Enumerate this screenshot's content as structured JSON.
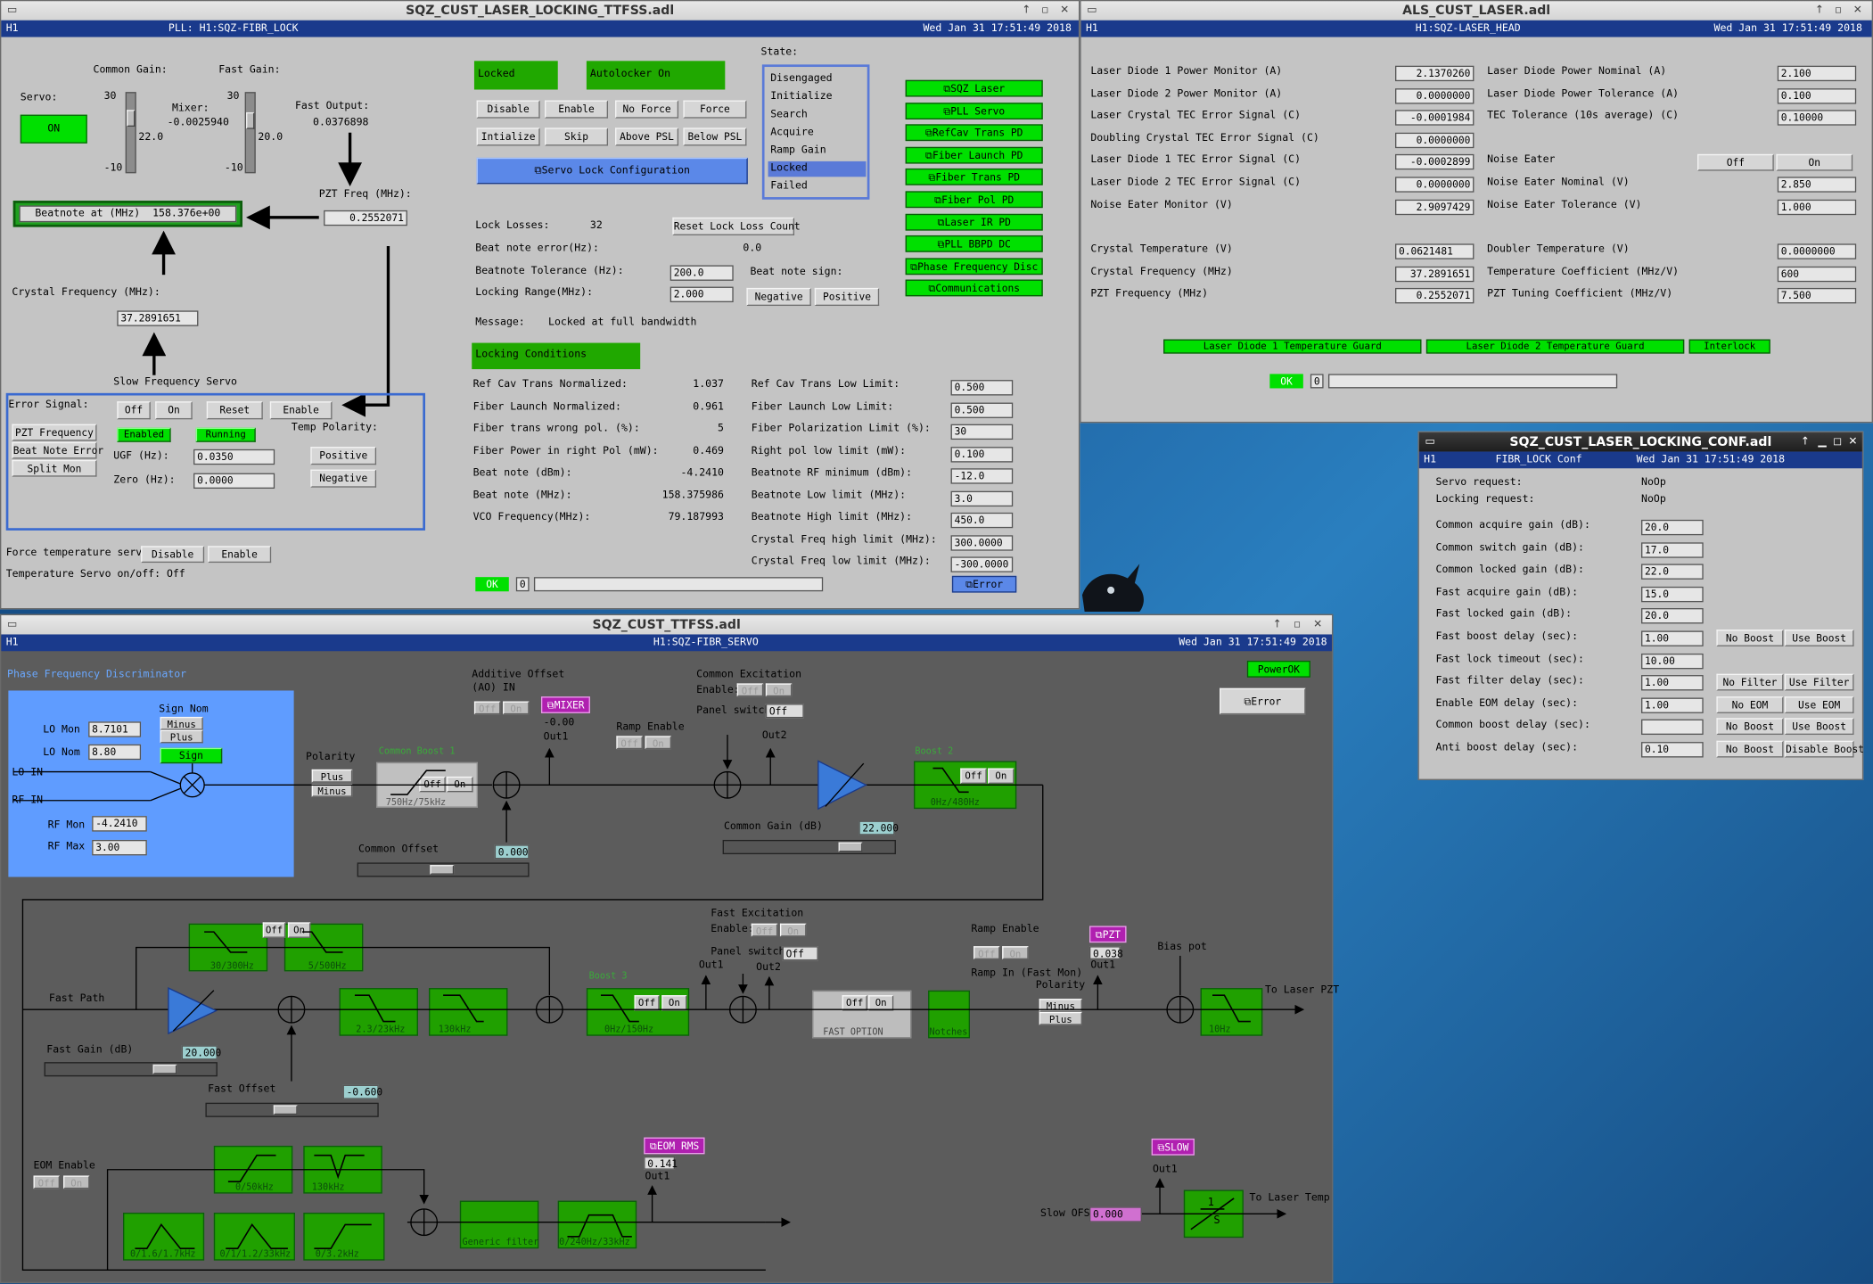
{
  "win1": {
    "title": "SQZ_CUST_LASER_LOCKING_TTFSS.adl",
    "hdr_left": "H1",
    "hdr_center": "PLL: H1:SQZ-FIBR_LOCK",
    "hdr_right": "Wed Jan 31 17:51:49 2018",
    "common_gain_label": "Common Gain:",
    "fast_gain_label": "Fast Gain:",
    "servo_label": "Servo:",
    "servo_on": "ON",
    "cg_max": "30",
    "cg_val": "22.0",
    "cg_min": "-10",
    "fg_max": "30",
    "fg_val": "20.0",
    "fg_min": "-10",
    "mixer_label": "Mixer:",
    "mixer_val": "-0.0025940",
    "fast_output_label": "Fast Output:",
    "fast_output_val": "0.0376898",
    "pzt_freq_label": "PZT Freq (MHz):",
    "pzt_freq_val": "0.2552071",
    "beatnote_label": "Beatnote at (MHz)",
    "beatnote_val": "158.376e+00",
    "crystal_freq_label": "Crystal Frequency (MHz):",
    "crystal_freq_val": "37.2891651",
    "slow_servo_label": "Slow Frequency Servo",
    "error_signal_label": "Error Signal:",
    "off": "Off",
    "on": "On",
    "reset": "Reset",
    "enable": "Enable",
    "pzt_frequency": "PZT Frequency",
    "beat_note_error": "Beat Note Error",
    "split_mon": "Split Mon",
    "enabled": "Enabled",
    "running": "Running",
    "temp_polarity": "Temp Polarity:",
    "ugf_label": "UGF (Hz):",
    "ugf_val": "0.0350",
    "zero_label": "Zero (Hz):",
    "zero_val": "0.0000",
    "positive": "Positive",
    "negative": "Negative",
    "force_temp_label": "Force temperature servo:",
    "disable": "Disable",
    "temp_servo_onoff": "Temperature Servo on/off: Off",
    "locked": "Locked",
    "autolocker_on": "Autolocker On",
    "btn_disable": "Disable",
    "btn_enable": "Enable",
    "btn_noforce": "No Force",
    "btn_force": "Force",
    "btn_initialize": "Intialize",
    "btn_skip": "Skip",
    "btn_above": "Above PSL",
    "btn_below": "Below PSL",
    "servo_lock_config": "Servo Lock Configuration",
    "state_label": "State:",
    "states": [
      "Disengaged",
      "Initialize",
      "Search",
      "Acquire",
      "Ramp Gain",
      "Locked",
      "Failed"
    ],
    "right_links": [
      "SQZ Laser",
      "PLL Servo",
      "RefCav Trans PD",
      "Fiber Launch PD",
      "Fiber Trans PD",
      "Fiber Pol PD",
      "Laser IR PD",
      "PLL BBPD DC",
      "Phase Frequency Disc",
      "Communications"
    ],
    "lock_losses_label": "Lock Losses:",
    "lock_losses_val": "32",
    "reset_lock_loss": "Reset Lock Loss Count",
    "beat_error_label": "Beat note error(Hz):",
    "beat_error_val": "0.0",
    "beat_tol_label": "Beatnote Tolerance (Hz):",
    "beat_tol_val": "200.0",
    "beat_sign_label": "Beat note sign:",
    "lock_range_label": "Locking Range(MHz):",
    "lock_range_val": "2.000",
    "negative_btn": "Negative",
    "positive_btn": "Positive",
    "message_label": "Message:",
    "message_val": "Locked at full bandwidth",
    "locking_conditions": "Locking Conditions",
    "cond_left": [
      [
        "Ref Cav Trans Normalized:",
        "1.037"
      ],
      [
        "Fiber Launch Normalized:",
        "0.961"
      ],
      [
        "Fiber trans wrong pol. (%):",
        "5"
      ],
      [
        "Fiber Power in right Pol (mW):",
        "0.469"
      ],
      [
        "Beat note (dBm):",
        "-4.2410"
      ],
      [
        "Beat note (MHz):",
        "158.375986"
      ],
      [
        "VCO Frequency(MHz):",
        "79.187993"
      ]
    ],
    "cond_right": [
      [
        "Ref Cav Trans Low Limit:",
        "0.500"
      ],
      [
        "Fiber Launch Low Limit:",
        "0.500"
      ],
      [
        "Fiber Polarization Limit (%):",
        "30"
      ],
      [
        "Right pol low limit (mW):",
        "0.100"
      ],
      [
        "Beatnote RF minimum (dBm):",
        "-12.0"
      ],
      [
        "Beatnote Low limit (MHz):",
        "3.0"
      ],
      [
        "Beatnote High limit (MHz):",
        "450.0"
      ],
      [
        "Crystal Freq high limit (MHz):",
        "300.0000"
      ],
      [
        "Crystal Freq low limit (MHz):",
        "-300.0000"
      ]
    ],
    "ok": "OK",
    "zero": "0",
    "error_btn": "Error"
  },
  "win2": {
    "title": "ALS_CUST_LASER.adl",
    "hdr_left": "H1",
    "hdr_center": "H1:SQZ-LASER_HEAD",
    "hdr_right": "Wed Jan 31 17:51:49 2018",
    "left_rows": [
      [
        "Laser Diode 1 Power Monitor (A)",
        "2.1370260"
      ],
      [
        "Laser Diode 2 Power Monitor (A)",
        "0.0000000"
      ],
      [
        "Laser Crystal TEC Error Signal (C)",
        "-0.0001984"
      ],
      [
        "Doubling Crystal TEC Error Signal (C)",
        "0.0000000"
      ],
      [
        "Laser Diode 1 TEC Error Signal (C)",
        "-0.0002899"
      ],
      [
        "Laser Diode 2 TEC Error Signal (C)",
        "0.0000000"
      ],
      [
        "Noise Eater Monitor (V)",
        "2.9097429"
      ]
    ],
    "right_rows": [
      [
        "Laser Diode Power Nominal (A)",
        "2.100"
      ],
      [
        "Laser Diode Power Tolerance (A)",
        "0.100"
      ],
      [
        "TEC Tolerance (10s average) (C)",
        "0.10000"
      ],
      [
        "",
        ""
      ],
      [
        "Noise Eater",
        ""
      ],
      [
        "Noise Eater Nominal (V)",
        "2.850"
      ],
      [
        "Noise Eater Tolerance (V)",
        "1.000"
      ]
    ],
    "noise_off": "Off",
    "noise_on": "On",
    "left_rows2": [
      [
        "Crystal Temperature (V)",
        "0.0621481"
      ],
      [
        "Crystal Frequency (MHz)",
        "37.2891651"
      ],
      [
        "PZT Frequency (MHz)",
        "0.2552071"
      ]
    ],
    "right_rows2": [
      [
        "Doubler Temperature (V)",
        "0.0000000"
      ],
      [
        "Temperature Coefficient (MHz/V)",
        "600"
      ],
      [
        "PZT Tuning Coefficient (MHz/V)",
        "7.500"
      ]
    ],
    "guard1": "Laser Diode 1 Temperature Guard",
    "guard2": "Laser Diode 2 Temperature Guard",
    "interlock": "Interlock",
    "ok": "OK",
    "zero": "0"
  },
  "win3": {
    "title": "SQZ_CUST_LASER_LOCKING_CONF.adl",
    "hdr_left": "H1",
    "hdr_center": "FIBR_LOCK Conf",
    "hdr_right": "Wed Jan 31 17:51:49 2018",
    "servo_request_label": "Servo request:",
    "servo_request_val": "NoOp",
    "locking_request_label": "Locking request:",
    "locking_request_val": "NoOp",
    "rows": [
      [
        "Common acquire gain (dB):",
        "20.0",
        "",
        ""
      ],
      [
        "Common switch gain (dB):",
        "17.0",
        "",
        ""
      ],
      [
        "Common locked gain (dB):",
        "22.0",
        "",
        ""
      ],
      [
        "Fast acquire gain (dB):",
        "15.0",
        "",
        ""
      ],
      [
        "Fast locked gain (dB):",
        "20.0",
        "",
        ""
      ],
      [
        "Fast boost delay (sec):",
        "1.00",
        "No Boost",
        "Use Boost"
      ],
      [
        "Fast lock timeout (sec):",
        "10.00",
        "",
        ""
      ],
      [
        "Fast filter delay (sec):",
        "1.00",
        "No Filter",
        "Use Filter"
      ],
      [
        "Enable EOM delay (sec):",
        "1.00",
        "No EOM",
        "Use EOM"
      ],
      [
        "Common boost delay (sec):",
        "",
        "No Boost",
        "Use Boost"
      ],
      [
        "Anti boost delay (sec):",
        "0.10",
        "No Boost",
        "Disable Boost"
      ]
    ]
  },
  "win4": {
    "title": "SQZ_CUST_TTFSS.adl",
    "hdr_left": "H1",
    "hdr_center": "H1:SQZ-FIBR_SERVO",
    "hdr_right": "Wed Jan 31 17:51:49 2018",
    "pfd_title": "Phase Frequency Discriminator",
    "sign_nom": "Sign Nom",
    "minus": "Minus",
    "plus": "Plus",
    "sign": "Sign",
    "lo_mon": "LO Mon",
    "lo_mon_val": "8.7101",
    "lo_nom": "LO Nom",
    "lo_nom_val": "8.80",
    "lo_in": "LO IN",
    "rf_in": "RF IN",
    "rf_mon": "RF Mon",
    "rf_mon_val": "-4.2410",
    "rf_max": "RF Max",
    "rf_max_val": "3.00",
    "polarity": "Polarity",
    "ao_label1": "Additive Offset",
    "ao_label2": "(AO) IN",
    "mixer": "MIXER",
    "mixer_val": "-0.00",
    "out1": "Out1",
    "out2": "Out2",
    "ramp_enable": "Ramp Enable",
    "common_exc": "Common Excitation",
    "enable_lbl": "Enable:",
    "panel_switch": "Panel switch:",
    "panel_off": "Off",
    "off": "Off",
    "on": "On",
    "f_750": "750Hz/75kHz",
    "f_0480": "0Hz/480Hz",
    "common_gain": "Common Gain (dB)",
    "common_gain_val": "22.000",
    "common_offset": "Common Offset",
    "common_offset_val": "0.000",
    "power_ok": "PowerOK",
    "error": "Error",
    "fast_path": "Fast Path",
    "f_30_300": "30/300Hz",
    "f_5_500": "5/500Hz",
    "f_23": "2.3/23kHz",
    "f_130k": "130kHz",
    "f_0150": "0Hz/150Hz",
    "fast_exc": "Fast Excitation",
    "fast_option": "FAST OPTION",
    "notches": "Notches",
    "ramp_enable2": "Ramp Enable",
    "ramp_in": "Ramp In (Fast Mon)",
    "pzt": "PZT",
    "pzt_val": "0.038",
    "bias_pot": "Bias pot",
    "f_10": "10Hz",
    "to_laser_pzt": "To Laser PZT",
    "fast_gain": "Fast Gain (dB)",
    "fast_gain_val": "20.000",
    "fast_offset": "Fast Offset",
    "fast_offset_val": "-0.600",
    "eom_enable": "EOM Enable",
    "f_0_50k": "0/50kHz",
    "f_130k2": "130kHz",
    "f_01_6": "0/1.6/1.7kHz",
    "f_01_2": "0/1/1.2/33kHz",
    "f_03_2": "0/3.2kHz",
    "generic_filter": "Generic filter",
    "f_0240": "0/240Hz/33kHz",
    "eom_rms": "EOM RMS",
    "eom_rms_val": "0.141",
    "slow": "SLOW",
    "slow_ofs": "Slow OFS:",
    "slow_ofs_val": "0.000",
    "to_laser_temp": "To Laser Temp",
    "one": "1",
    "s": "S"
  }
}
